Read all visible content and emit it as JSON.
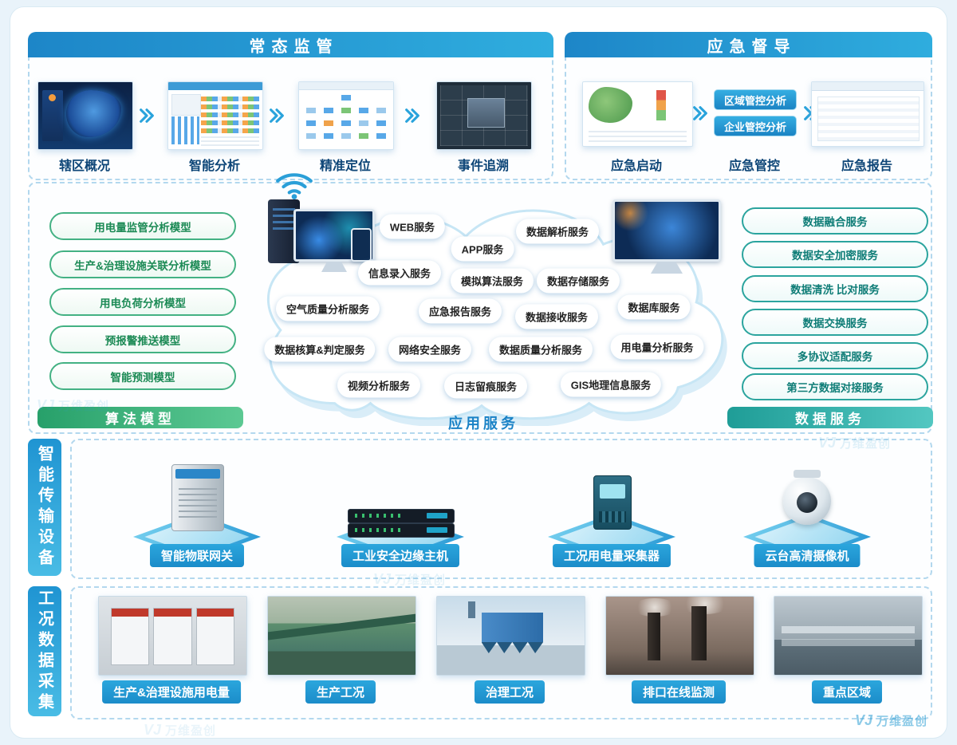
{
  "watermark": {
    "logo": "VJ",
    "text": "万维盈创"
  },
  "sections": {
    "normal": {
      "title": "常态监管",
      "steps": [
        "辖区概况",
        "智能分析",
        "精准定位",
        "事件追溯"
      ]
    },
    "emergency": {
      "title": "应急督导",
      "steps": [
        "应急启动",
        "应急管控",
        "应急报告"
      ],
      "control_buttons": [
        "区域管控分析",
        "企业管控分析"
      ]
    },
    "algorithm": {
      "title": "算法模型",
      "models": [
        "用电量监管分析模型",
        "生产&治理设施关联分析模型",
        "用电负荷分析模型",
        "预报警推送模型",
        "智能预测模型"
      ]
    },
    "application": {
      "title": "应用服务",
      "services": [
        "WEB服务",
        "APP服务",
        "数据解析服务",
        "信息录入服务",
        "模拟算法服务",
        "数据存储服务",
        "空气质量分析服务",
        "应急报告服务",
        "数据接收服务",
        "数据库服务",
        "数据核算&判定服务",
        "网络安全服务",
        "数据质量分析服务",
        "用电量分析服务",
        "视频分析服务",
        "日志留痕服务",
        "GIS地理信息服务"
      ]
    },
    "data_services": {
      "title": "数据服务",
      "services": [
        "数据融合服务",
        "数据安全加密服务",
        "数据清洗 比对服务",
        "数据交换服务",
        "多协议适配服务",
        "第三方数据对接服务"
      ]
    },
    "devices": {
      "title": "智能传输设备",
      "items": [
        "智能物联网关",
        "工业安全边缘主机",
        "工况用电量采集器",
        "云台高清摄像机"
      ]
    },
    "collection": {
      "title": "工况数据采集",
      "items": [
        "生产&治理设施用电量",
        "生产工况",
        "治理工况",
        "排口在线监测",
        "重点区域"
      ]
    }
  },
  "colors": {
    "header_blue": "#1e8fcd",
    "label_blue": "#1e9ad6",
    "green": "#2fae74",
    "teal": "#21a19a",
    "step_text": "#0d4577"
  }
}
